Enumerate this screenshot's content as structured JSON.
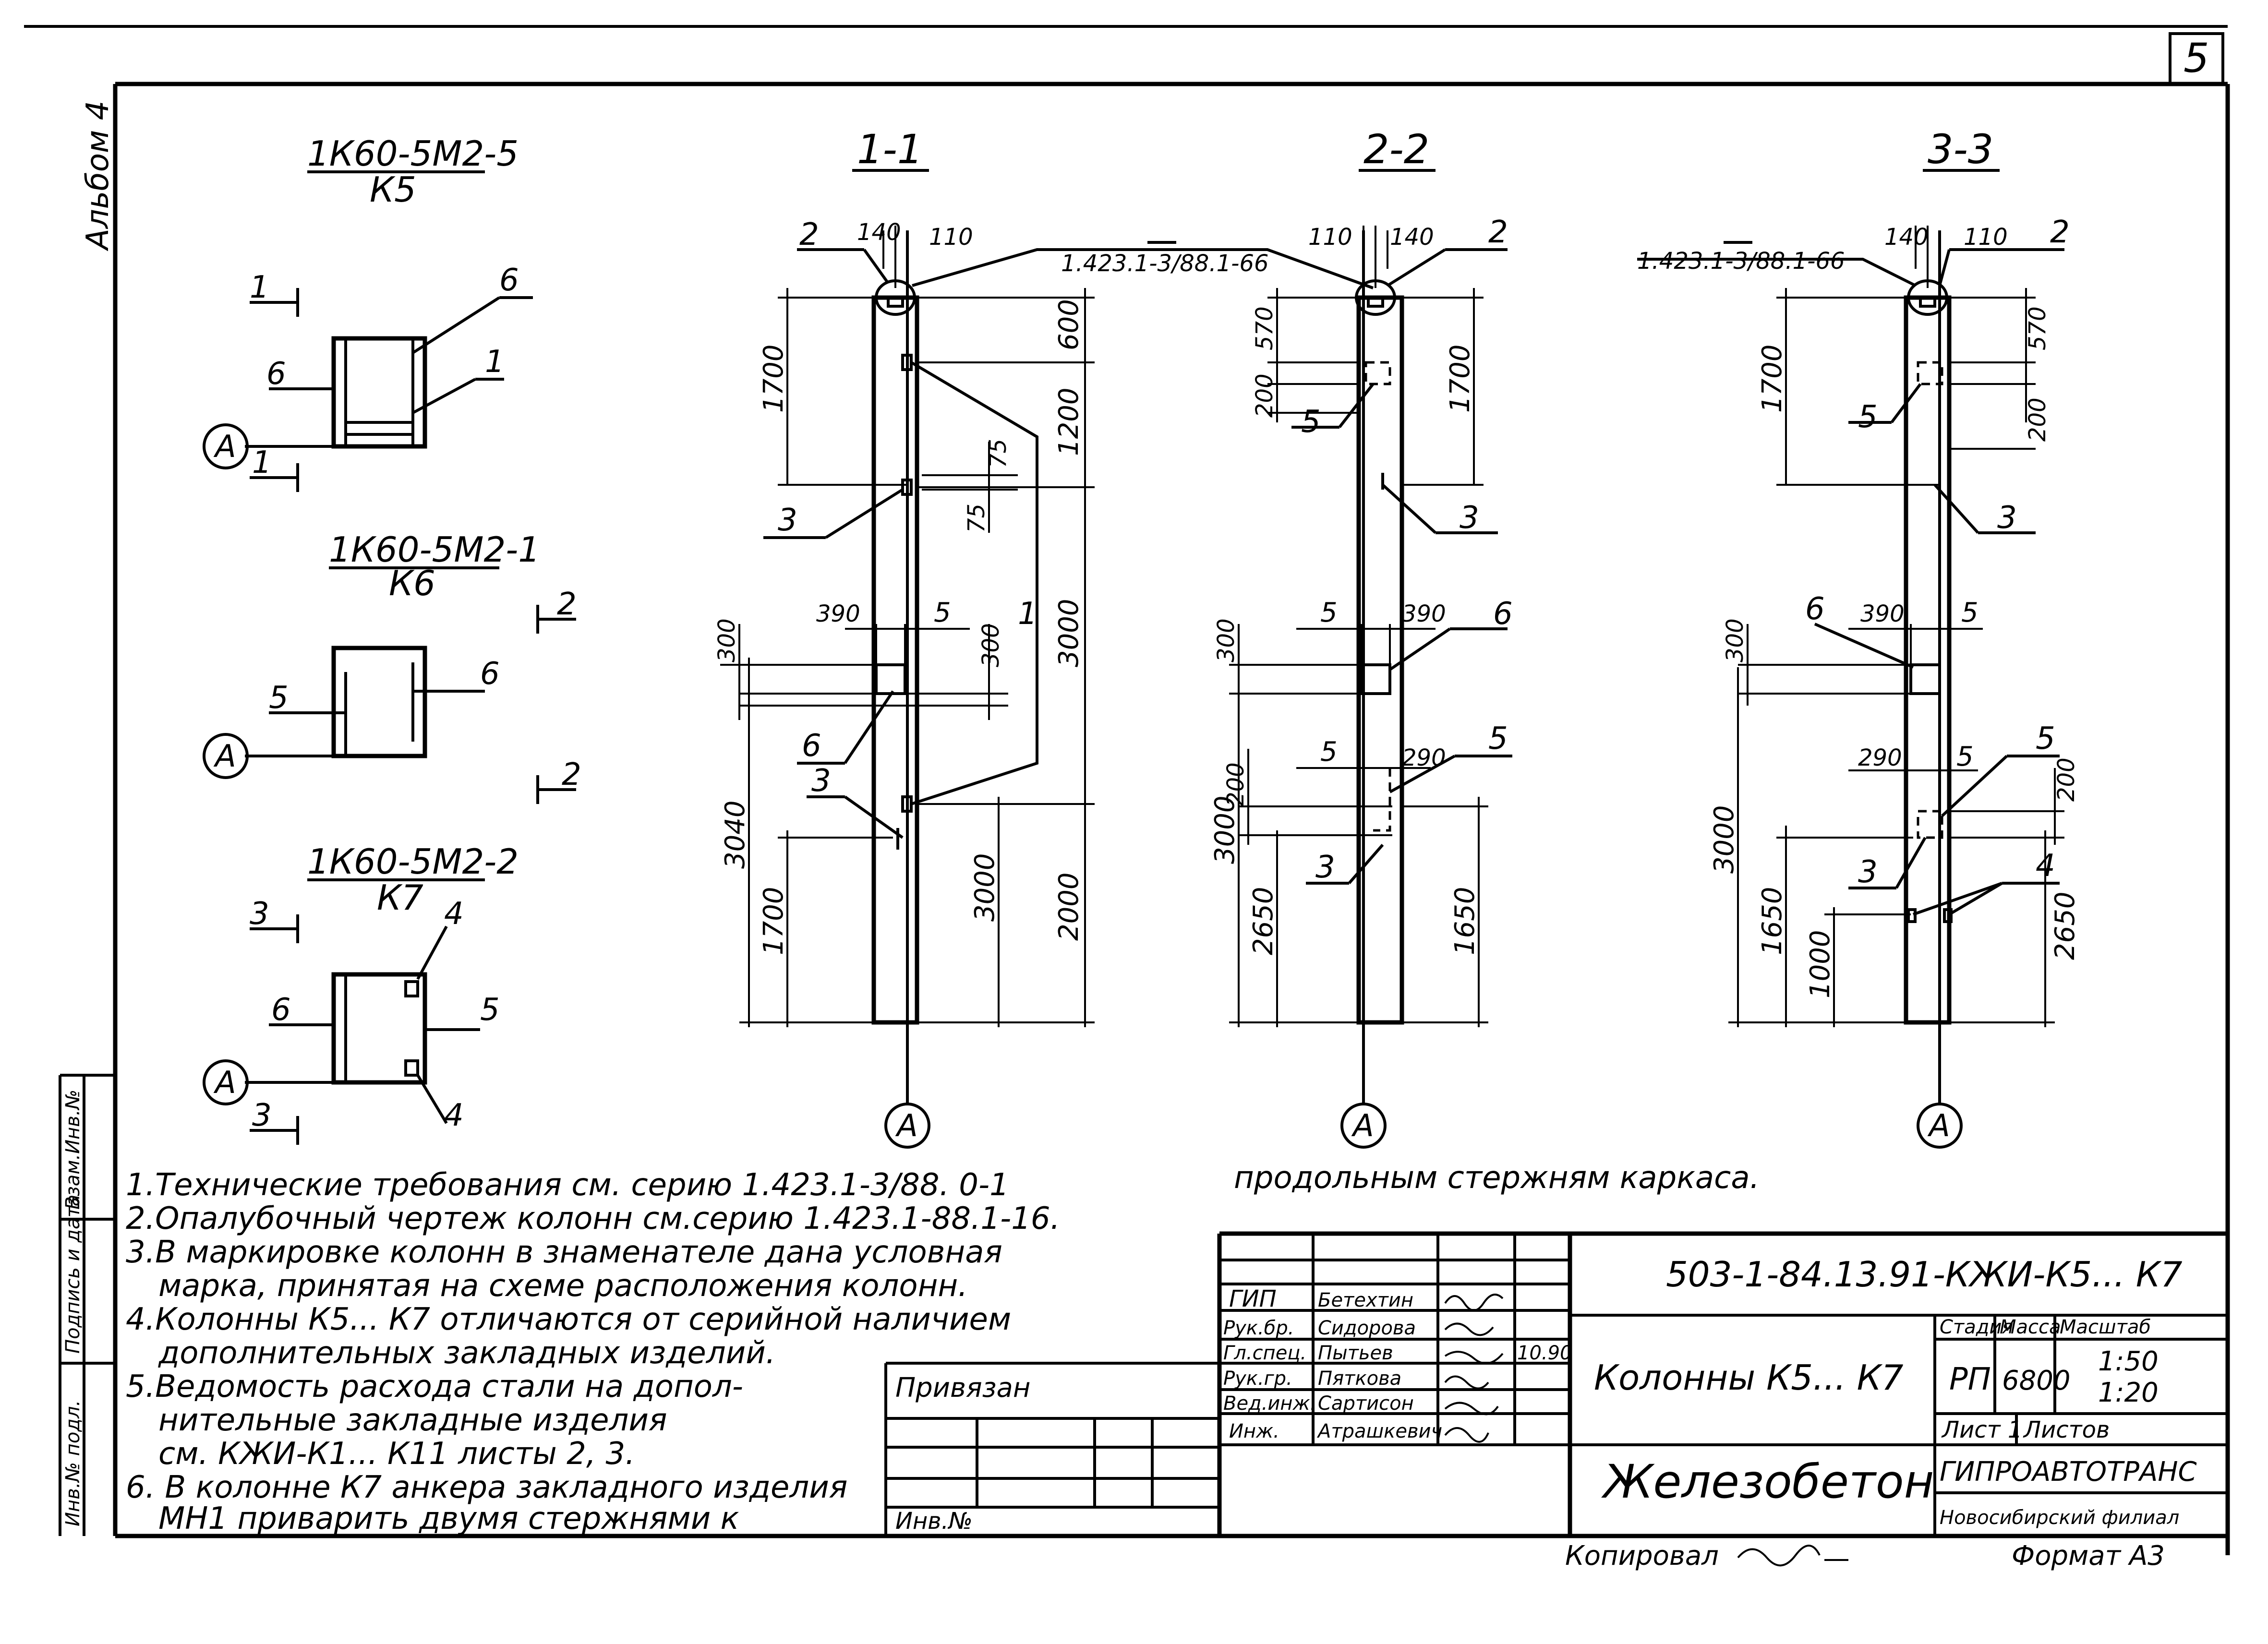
{
  "sheet_number": "5",
  "album_label": "Альбом 4",
  "left_strip_labels": [
    "Взам.Инв.№",
    "Подпись и дата",
    "Инв.№ подл."
  ],
  "section_marks": {
    "k5": {
      "top": "1К60-5М2-5",
      "bottom": "К5"
    },
    "k6": {
      "top": "1К60-5М2-1",
      "bottom": "К6"
    },
    "k7": {
      "top": "1К60-5М2-2",
      "bottom": "К7"
    }
  },
  "section_titles": [
    "1-1",
    "2-2",
    "3-3"
  ],
  "series_ref_1": "1.423.1-3/88.1-66",
  "series_ref_2": "1.423.1-3/88.1-66",
  "axis_label": "А",
  "cut_labels": [
    "1",
    "2",
    "3"
  ],
  "callouts": [
    "1",
    "2",
    "3",
    "4",
    "5",
    "6"
  ],
  "dims": {
    "s1": [
      "140",
      "110",
      "1700",
      "600",
      "1200",
      "75",
      "75",
      "3000",
      "390",
      "5",
      "300",
      "300",
      "3040",
      "1700",
      "3000",
      "2000"
    ],
    "s2": [
      "110",
      "140",
      "570",
      "200",
      "1700",
      "5",
      "390",
      "300",
      "5",
      "290",
      "200",
      "3000",
      "2650",
      "1650"
    ],
    "s3": [
      "140",
      "110",
      "1700",
      "570",
      "200",
      "390",
      "5",
      "300",
      "290",
      "5",
      "200",
      "3000",
      "1650",
      "1000",
      "2650"
    ]
  },
  "notes": [
    "1.Технические требования см. серию 1.423.1-3/88. 0-1",
    "2.Опалубочный чертеж колонн см.серию 1.423.1-88.1-16.",
    "3.В маркировке колонн в знаменателе дана условная",
    "марка, принятая на схеме расположения колонн.",
    "4.Колонны К5... К7 отличаются от серийной наличием",
    "дополнительных закладных изделий.",
    "5.Ведомость расхода стали на допол-",
    "нительные закладные изделия",
    "см. КЖИ-К1... К11 листы 2, 3.",
    "6. В колонне К7 анкера закладного изделия",
    "МН1 приварить двумя стержнями к"
  ],
  "notes_continuation": "продольным стержням каркаса.",
  "title_block": {
    "doc_code": "503-1-84.13.91-КЖИ-К5... К7",
    "object_name": "Колонны К5... К7",
    "subtitle": "Железобетон",
    "stage_header": "Стадия",
    "mass_header": "Масса",
    "scale_header": "Масштаб",
    "stage": "РП",
    "mass": "6800",
    "scale_1": "1:50",
    "scale_2": "1:20",
    "sheet": "Лист 1",
    "sheets": "Листов",
    "org_1": "ГИПРОАВТОТРАНС",
    "org_2": "Новосибирский филиал",
    "roles": [
      "ГИП",
      "Рук.бр.",
      "Гл.спец.",
      "Рук.гр.",
      "Вед.инж.",
      "Инж."
    ],
    "names": [
      "Бетехтин",
      "Сидорова",
      "Пытьев",
      "Пяткова",
      "Сартисон",
      "Атрашкевич"
    ],
    "date": "10.90",
    "bound_label": "Привязан",
    "inv_label": "Инв.№"
  },
  "copied_label": "Копировал",
  "format_label": "Формат А3"
}
